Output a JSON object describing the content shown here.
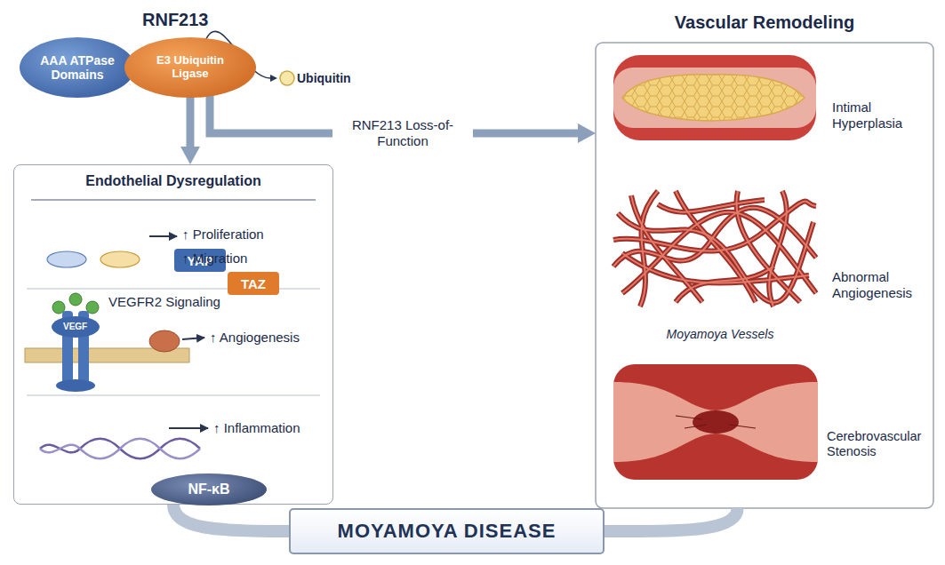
{
  "diagram": {
    "nodes": [
      {
        "text": [
          "AAA ATPase Domains"
        ]
      },
      {
        "text": [
          "E3 Ubiquitin Ligase"
        ]
      },
      {
        "text": [
          "Ubiquitin"
        ]
      },
      {
        "text": [
          "Endothelial Dysregulation"
        ]
      },
      {
        "text": [
          "YAP"
        ],
        "in": 3
      },
      {
        "text": [
          "TAZ"
        ],
        "in": 3
      },
      {
        "text": [
          "NF-κB"
        ],
        "in": 3
      },
      {
        "text": [
          "Vascular Remodeling"
        ]
      },
      {
        "text": [
          "MOYAMOYA DISEASE"
        ]
      }
    ],
    "edges": [
      {
        "from": 1,
        "to": 2,
        "arrow": "to"
      },
      {
        "from": 1,
        "to": 3,
        "arrow": "to"
      },
      {
        "from": 1,
        "to": 7,
        "label": "RNF213 Loss-of-Function",
        "arrow": "to"
      },
      {
        "from": 3,
        "to": 8,
        "arrow": "none"
      },
      {
        "from": 7,
        "to": 8,
        "arrow": "none"
      }
    ],
    "labels": [
      "RNF213",
      "↑ Proliferation",
      "↑ Migration",
      "VEGFR2 Signaling",
      "VEGF",
      "↑ Angiogenesis",
      "↑ Inflammation",
      "Intimal Hyperplasia",
      "Abnormal Angiogenesis",
      "Moyamoya Vessels",
      "Cerebrovascular Stenosis"
    ]
  }
}
